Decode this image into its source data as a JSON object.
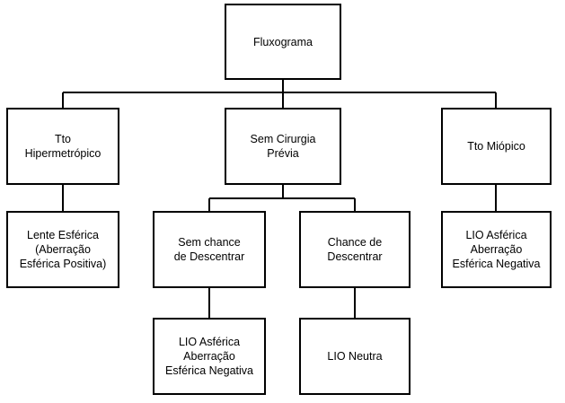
{
  "flowchart": {
    "root": "Fluxograma",
    "left_branch": "Tto\nHipermetrópico",
    "middle_branch": "Sem Cirurgia\nPrévia",
    "right_branch": "Tto Miópico",
    "left_leaf": "Lente Esférica\n(Aberração\nEsférica Positiva)",
    "middle_left": "Sem chance\nde Descentrar",
    "middle_right": "Chance de\nDescentrar",
    "right_leaf": "LIO Asférica\nAberração\nEsférica Negativa",
    "middle_left_leaf": "LIO Asférica\nAberração\nEsférica Negativa",
    "middle_right_leaf": "LIO Neutra"
  }
}
